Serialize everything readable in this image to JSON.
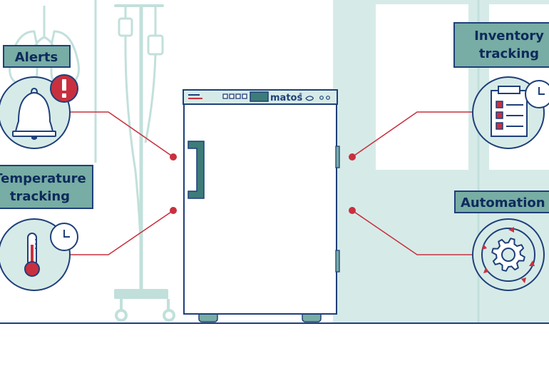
{
  "colors": {
    "navy": "#1f3f7a",
    "teal_fill": "#77ada4",
    "mint": "#d6ebe8",
    "mint_line": "#c2e0db",
    "red": "#c9303f",
    "dark_teal": "#3d7c79",
    "label_text": "#0e2a5c"
  },
  "cabinet": {
    "brand": "matos",
    "brand_mark": "®"
  },
  "features": [
    {
      "id": "alerts",
      "label_lines": [
        "Alerts"
      ],
      "icon": "bell-alert-icon"
    },
    {
      "id": "temperature",
      "label_lines": [
        "Temperature",
        "tracking"
      ],
      "icon": "thermometer-clock-icon"
    },
    {
      "id": "inventory",
      "label_lines": [
        "Inventory",
        "tracking"
      ],
      "icon": "clipboard-clock-icon"
    },
    {
      "id": "automation",
      "label_lines": [
        "Automation"
      ],
      "icon": "gear-cycle-icon"
    }
  ]
}
